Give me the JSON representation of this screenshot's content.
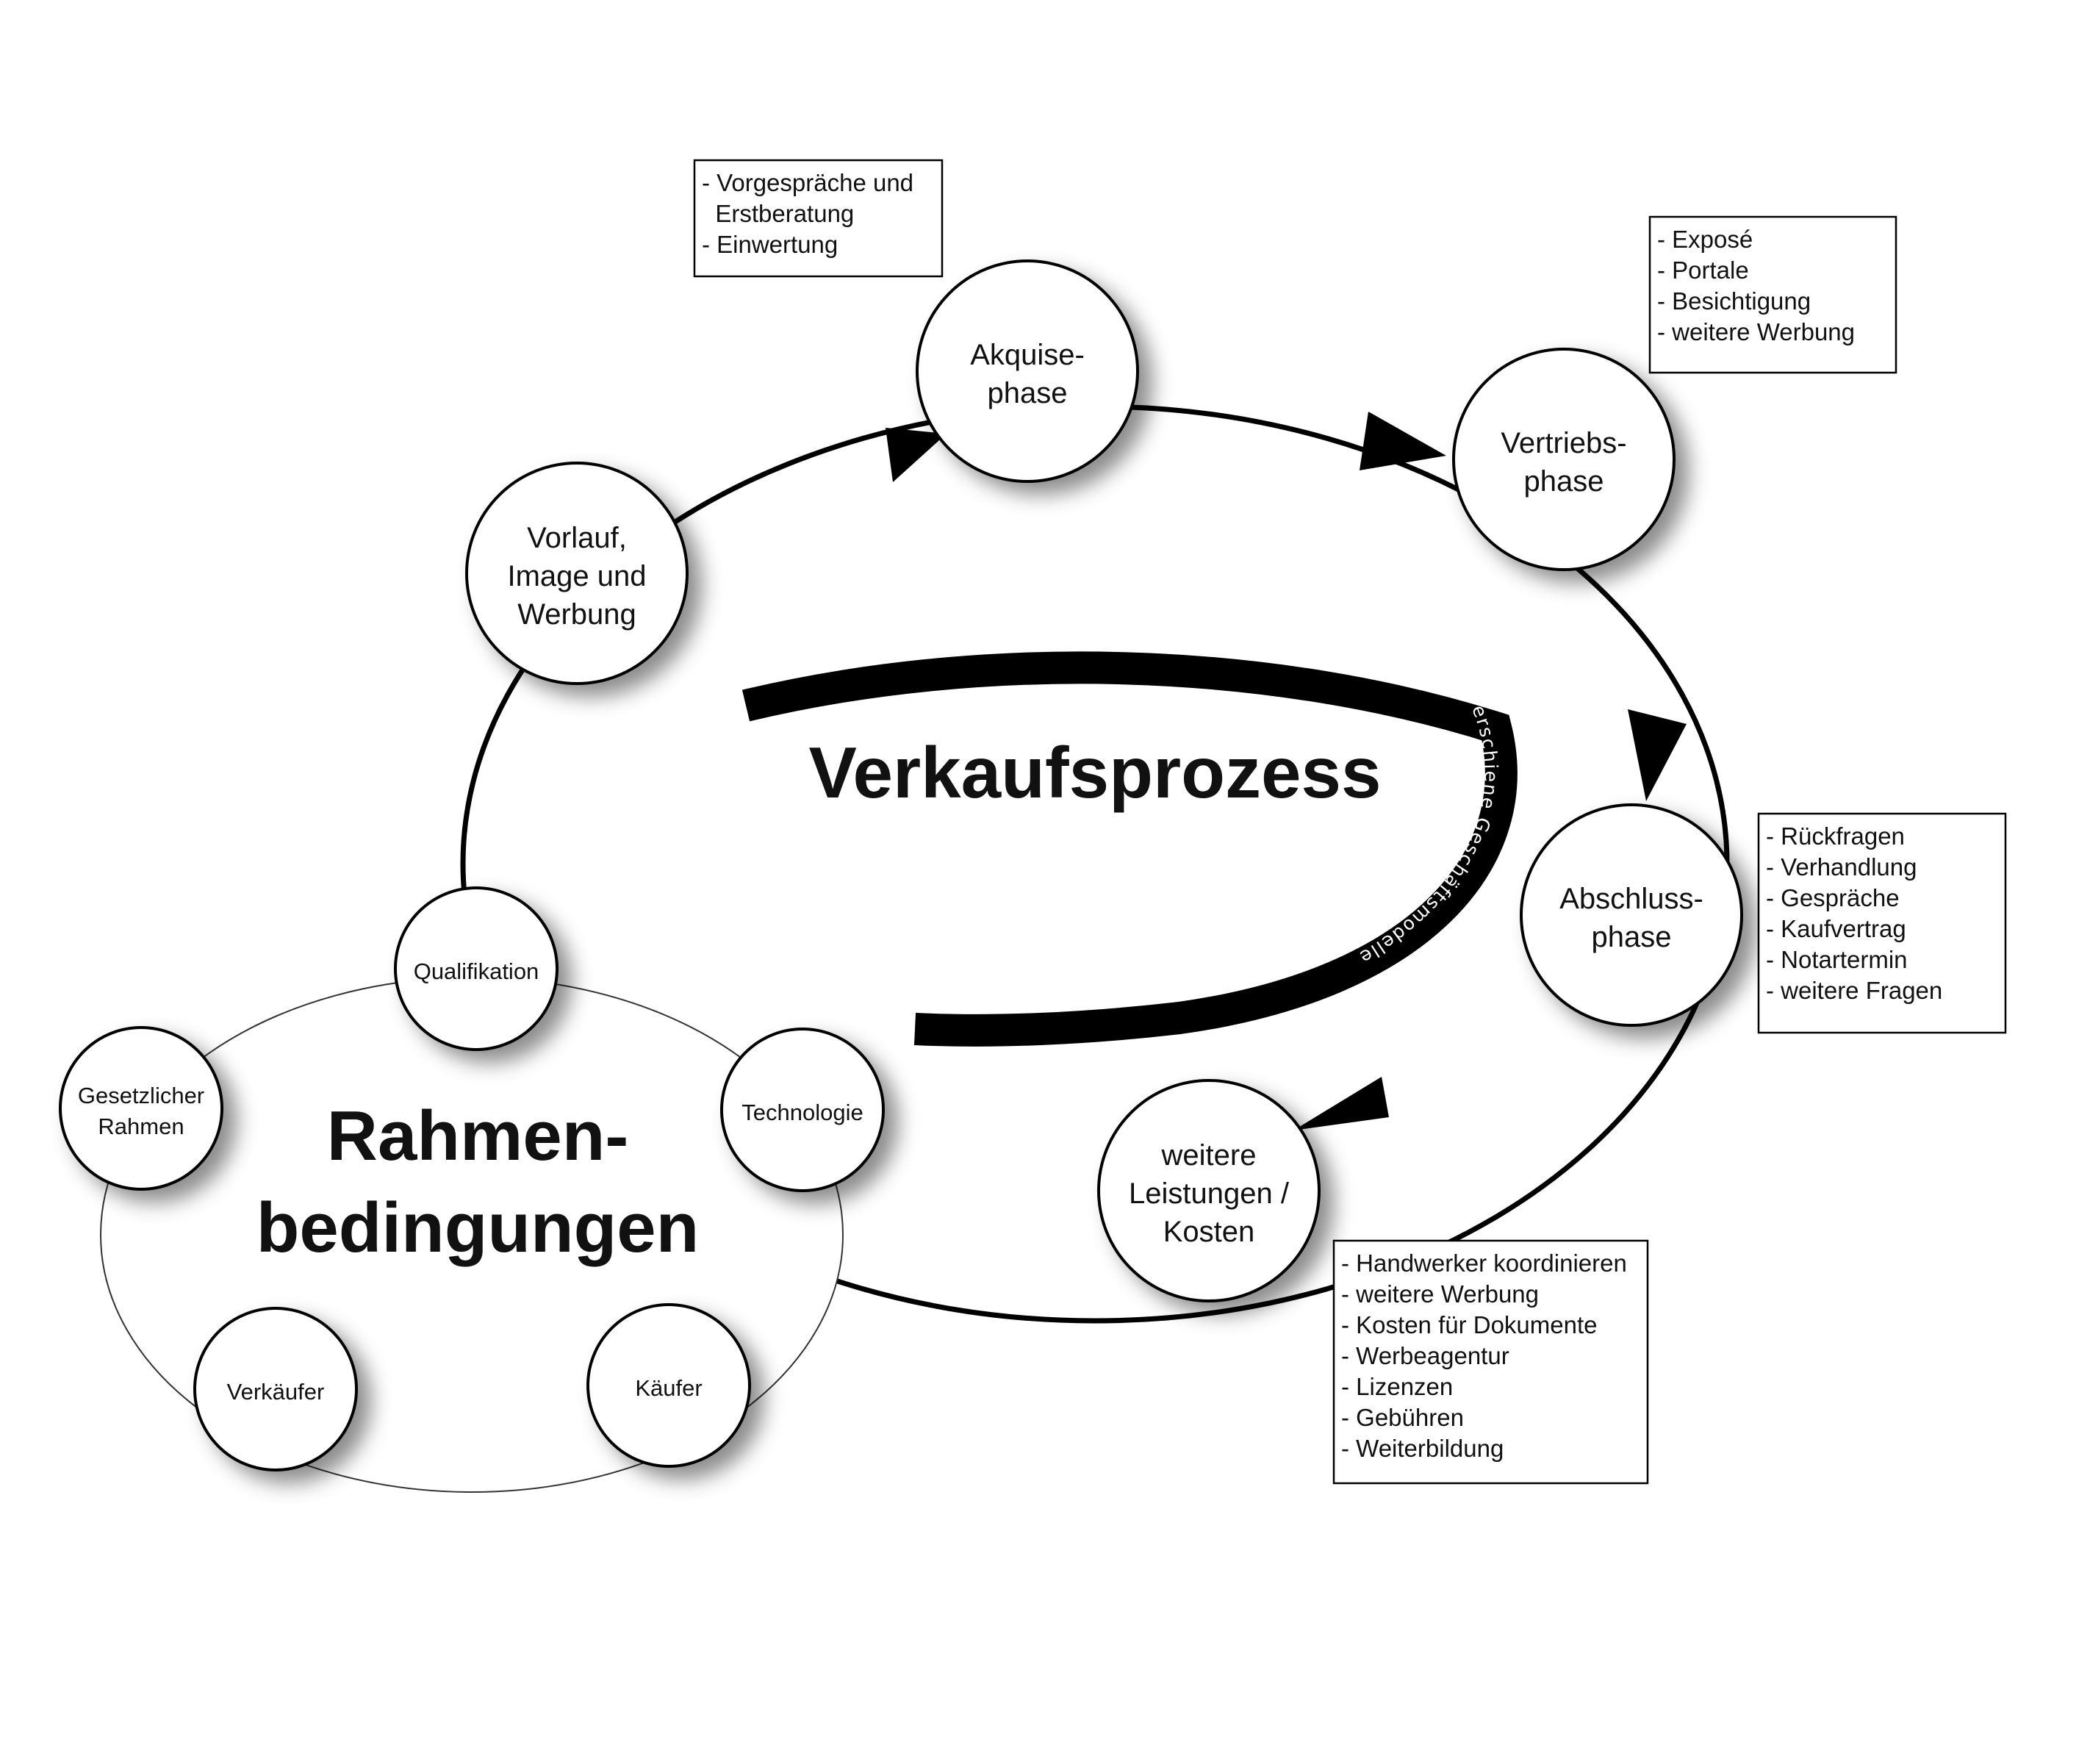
{
  "colors": {
    "stroke": "#000000",
    "fill": "#ffffff",
    "shadow": "#8a8a8a"
  },
  "process": {
    "title": "Verkaufsprozess",
    "arc_caption": "Regionale Unterschiede und individuell verschiene Geschäftsmodelle",
    "phases": [
      {
        "id": "vorlauf",
        "lines": [
          "Vorlauf,",
          "Image und",
          "Werbung"
        ]
      },
      {
        "id": "akquise",
        "lines": [
          "Akquise-",
          "phase"
        ]
      },
      {
        "id": "vertrieb",
        "lines": [
          "Vertriebs-",
          "phase"
        ]
      },
      {
        "id": "abschluss",
        "lines": [
          "Abschluss-",
          "phase"
        ]
      },
      {
        "id": "leistungen",
        "lines": [
          "weitere",
          "Leistungen /",
          "Kosten"
        ]
      }
    ]
  },
  "notes": {
    "akquise": [
      "- Vorgespräche und",
      "  Erstberatung",
      "- Einwertung"
    ],
    "vertrieb": [
      "- Exposé",
      "- Portale",
      "- Besichtigung",
      "- weitere Werbung"
    ],
    "abschluss": [
      "- Rückfragen",
      "- Verhandlung",
      "- Gespräche",
      "- Kaufvertrag",
      "- Notartermin",
      "- weitere Fragen"
    ],
    "leistungen": [
      "- Handwerker koordinieren",
      "- weitere Werbung",
      "- Kosten für Dokumente",
      "- Werbeagentur",
      "- Lizenzen",
      "- Gebühren",
      "- Weiterbildung"
    ]
  },
  "framework": {
    "title_lines": [
      "Rahmen-",
      "bedingungen"
    ],
    "factors": [
      {
        "id": "qualifikation",
        "lines": [
          "Qualifikation"
        ]
      },
      {
        "id": "technologie",
        "lines": [
          "Technologie"
        ]
      },
      {
        "id": "kaeufer",
        "lines": [
          "Käufer"
        ]
      },
      {
        "id": "verkaeufer",
        "lines": [
          "Verkäufer"
        ]
      },
      {
        "id": "gesetz",
        "lines": [
          "Gesetzlicher",
          "Rahmen"
        ]
      }
    ]
  }
}
